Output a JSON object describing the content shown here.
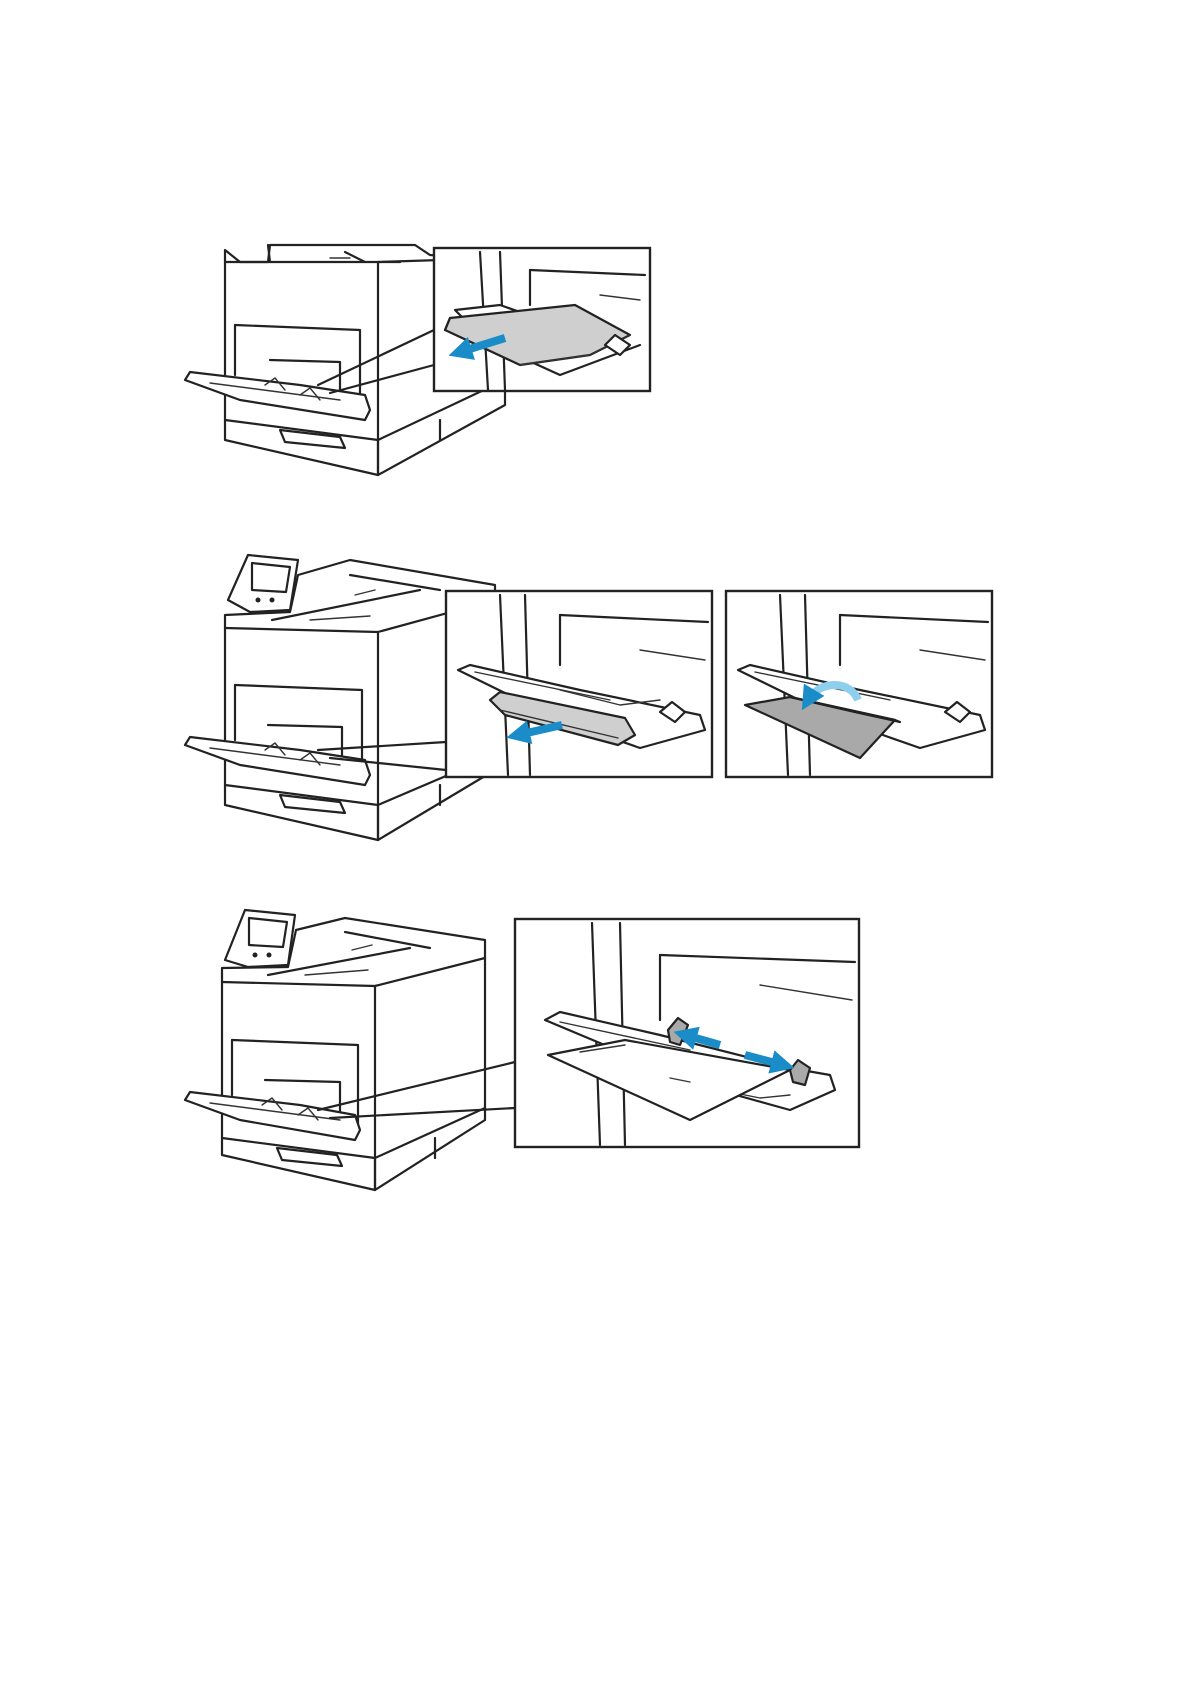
{
  "colors": {
    "arrow": "#1a8cc8",
    "arrow_light": "#8fcfee",
    "paper_gray": "#cfcfcf",
    "guide_gray": "#a9a9a9",
    "line": "#222222"
  },
  "icons": {
    "step1": "printer-bypass-tray-remove-paper",
    "step2a": "pull-out-tray-extension",
    "step2b": "flip-out-extension-flap",
    "step3": "slide-paper-guides-outward"
  }
}
